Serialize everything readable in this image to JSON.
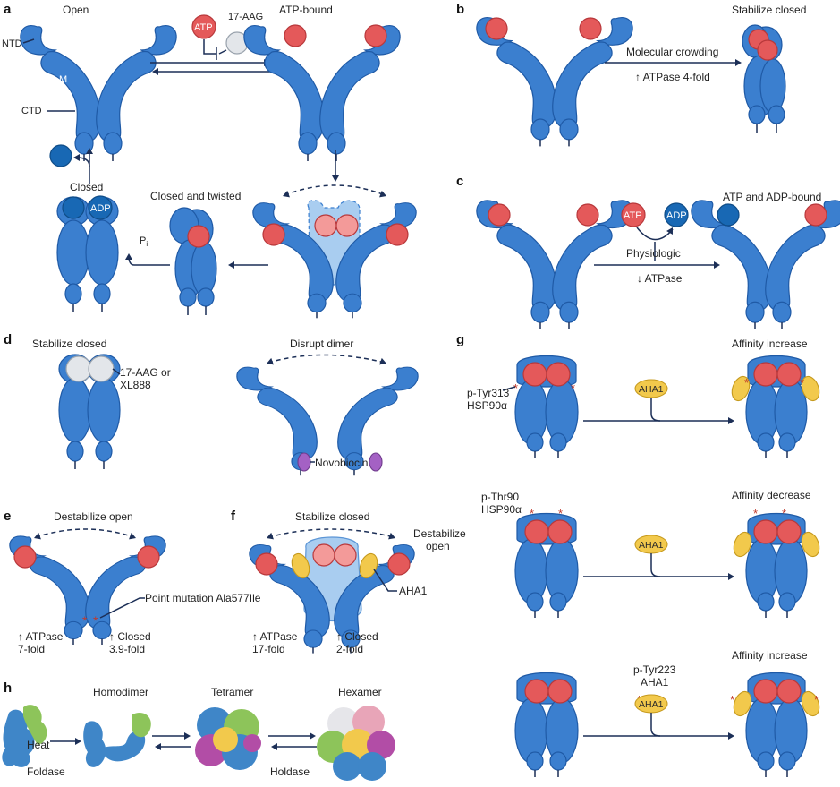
{
  "panels": {
    "a": {
      "letter": "a",
      "open": "Open",
      "atp_bound": "ATP-bound",
      "ntd": "NTD",
      "m": "M",
      "ctd": "CTD",
      "atp": "ATP",
      "inhibitor": "17-AAG",
      "closed": "Closed",
      "adp": "ADP",
      "closed_twisted": "Closed and twisted",
      "pi": "P",
      "pi_sub": "i"
    },
    "b": {
      "letter": "b",
      "title": "Stabilize closed",
      "cond": "Molecular crowding",
      "effect": "↑ ATPase 4-fold"
    },
    "c": {
      "letter": "c",
      "title": "ATP and ADP-bound",
      "atp": "ATP",
      "adp": "ADP",
      "cond": "Physiologic",
      "effect": "↓ ATPase"
    },
    "d": {
      "letter": "d",
      "left_title": "Stabilize closed",
      "drug1": "17-AAG or",
      "drug2": "XL888",
      "right_title": "Disrupt dimer",
      "novobiocin": "Novobiocin"
    },
    "e": {
      "letter": "e",
      "title": "Destabilize open",
      "mutation": "Point mutation Ala577Ile",
      "atpase1": "↑ ATPase",
      "atpase2": "7-fold",
      "closed1": "↑ Closed",
      "closed2": "3.9-fold"
    },
    "f": {
      "letter": "f",
      "title": "Stabilize closed",
      "destab1": "Destabilize",
      "destab2": "open",
      "aha1": "AHA1",
      "atpase1": "↑ ATPase",
      "atpase2": "17-fold",
      "closed1": "↑ Closed",
      "closed2": "2-fold"
    },
    "g": {
      "letter": "g",
      "row1_title": "Affinity increase",
      "row1_site1": "p-Tyr313",
      "row1_site2": "HSP90α",
      "row2_site1": "p-Thr90",
      "row2_site2": "HSP90α",
      "row2_title": "Affinity decrease",
      "row3_site1": "p-Tyr223",
      "row3_site2": "AHA1",
      "row3_title": "Affinity increase",
      "aha1": "AHA1"
    },
    "h": {
      "letter": "h",
      "homodimer": "Homodimer",
      "tetramer": "Tetramer",
      "hexamer": "Hexamer",
      "heat": "Heat",
      "foldase": "Foldase",
      "holdase": "Holdase"
    }
  }
}
